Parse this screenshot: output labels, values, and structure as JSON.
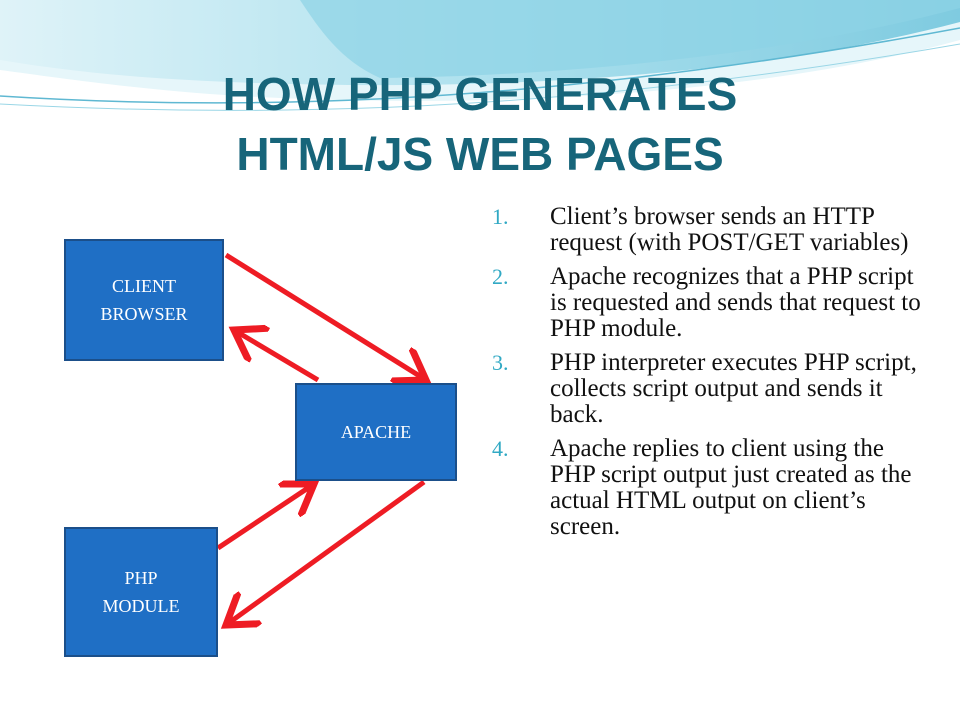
{
  "slide": {
    "title_lines": [
      "HOW PHP GENERATES",
      "HTML/JS WEB PAGES"
    ],
    "colors": {
      "title": "#17657a",
      "box_fill": "#1f6fc5",
      "arrow": "#ee1c24",
      "number": "#31a9c4",
      "wave": "#9fdbe8"
    }
  },
  "diagram": {
    "nodes": {
      "client": {
        "lines": [
          "CLIENT",
          "BROWSER"
        ]
      },
      "apache": {
        "lines": [
          "APACHE"
        ]
      },
      "php": {
        "lines": [
          "PHP",
          "MODULE"
        ]
      }
    },
    "edges": [
      {
        "from": "client",
        "to": "apache"
      },
      {
        "from": "apache",
        "to": "client"
      },
      {
        "from": "php",
        "to": "apache"
      },
      {
        "from": "apache",
        "to": "php"
      }
    ]
  },
  "steps": [
    {
      "num": "1.",
      "text": "Client’s browser sends an HTTP request (with POST/GET variables)"
    },
    {
      "num": "2.",
      "text": "Apache recognizes that a PHP script is requested and sends that request to PHP module."
    },
    {
      "num": "3.",
      "text": "PHP interpreter executes PHP script, collects script output and sends it back."
    },
    {
      "num": "4.",
      "text": "Apache replies to client using the PHP script output just created as the actual HTML output on client’s screen."
    }
  ]
}
